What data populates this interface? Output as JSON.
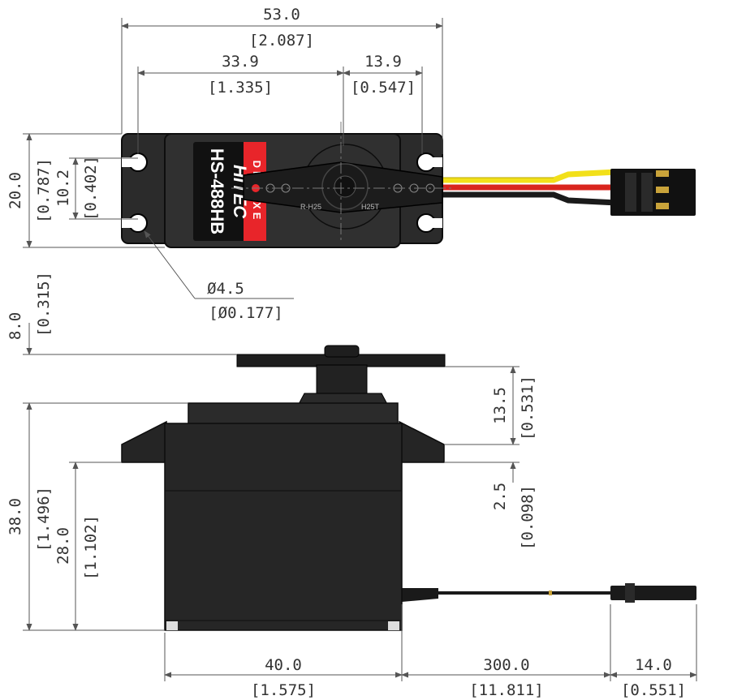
{
  "colors": {
    "body": "#262626",
    "body_edge": "#0d0d0d",
    "label_red": "#e8252a",
    "wire_yellow": "#f2e01a",
    "wire_red": "#d9251e",
    "wire_black": "#1a1a1a",
    "dim_line": "#555555"
  },
  "label": {
    "model": "HS-488HB",
    "series": "DELUXE",
    "brand": "HITEC",
    "horn_left": "R-H25",
    "horn_right": "H25T"
  },
  "dimensions": {
    "width_total": {
      "mm": "53.0",
      "inch": "[2.087]"
    },
    "mount_to_shaft": {
      "mm": "33.9",
      "inch": "[1.335]"
    },
    "shaft_to_edge": {
      "mm": "13.9",
      "inch": "[0.547]"
    },
    "height_total": {
      "mm": "20.0",
      "inch": "[0.787]"
    },
    "hole_spacing": {
      "mm": "10.2",
      "inch": "[0.402]"
    },
    "hole_diameter": {
      "mm": "Ø4.5",
      "inch": "[Ø0.177]"
    },
    "horn_thickness": {
      "mm": "8.0",
      "inch": "[0.315]"
    },
    "shaft_height": {
      "mm": "13.5",
      "inch": "[0.531]"
    },
    "flange_thickness": {
      "mm": "2.5",
      "inch": "[0.098]"
    },
    "case_height": {
      "mm": "38.0",
      "inch": "[1.496]"
    },
    "flange_height": {
      "mm": "28.0",
      "inch": "[1.102]"
    },
    "case_width": {
      "mm": "40.0",
      "inch": "[1.575]"
    },
    "wire_length": {
      "mm": "300.0",
      "inch": "[11.811]"
    },
    "connector_length": {
      "mm": "14.0",
      "inch": "[0.551]"
    }
  }
}
